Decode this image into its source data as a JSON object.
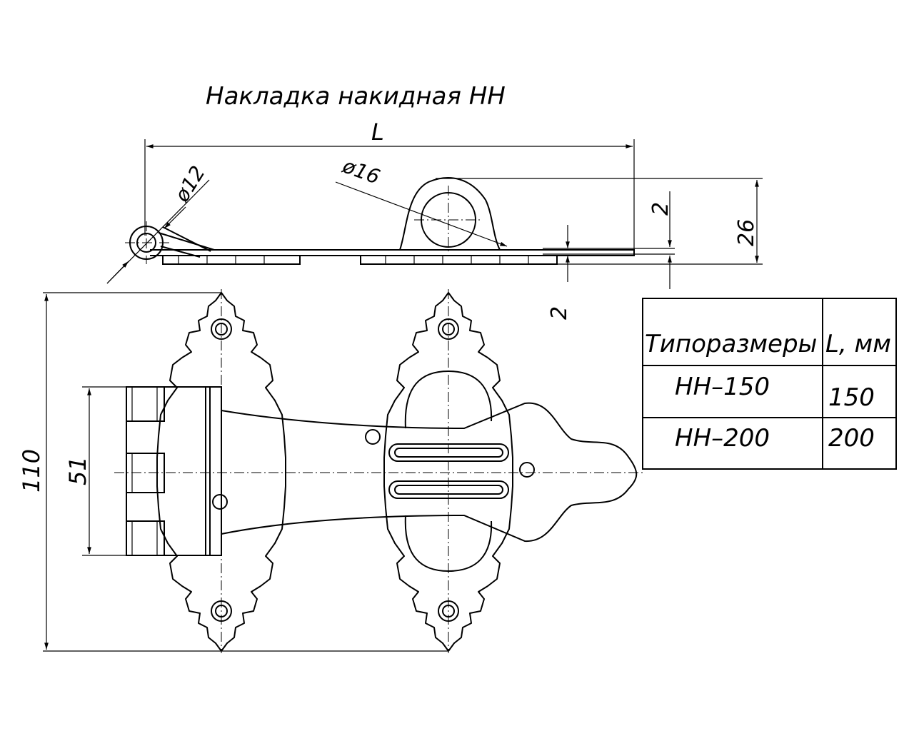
{
  "title": "Накладка накидная НН",
  "dimensions": {
    "length": "L",
    "pin_diameter": "ø12",
    "loop_diameter": "ø16",
    "loop_gap": "2",
    "height": "26",
    "thickness": "2",
    "width": "110",
    "hinge_width": "51"
  },
  "table": {
    "headers": [
      "Типоразмеры",
      "L, мм"
    ],
    "rows": [
      {
        "model": "НН–150",
        "length": "150"
      },
      {
        "model": "НН–200",
        "length": "200"
      }
    ]
  }
}
